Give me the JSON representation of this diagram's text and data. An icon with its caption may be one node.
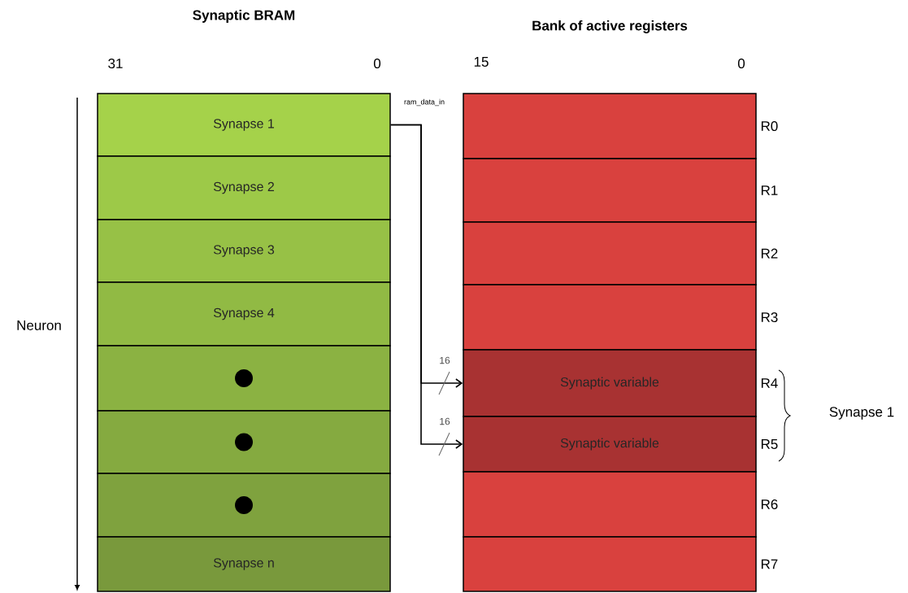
{
  "diagram": {
    "nodes": [
      {
        "text": [
          "Synapse 1"
        ]
      },
      {
        "text": [
          "Synapse 2"
        ]
      },
      {
        "text": [
          "Synapse 3"
        ]
      },
      {
        "text": [
          "Synapse 4"
        ]
      },
      {
        "text": [],
        "shape": "box"
      },
      {
        "text": [],
        "shape": "box"
      },
      {
        "text": [],
        "shape": "box"
      },
      {
        "text": [
          "Synapse n"
        ]
      },
      {
        "text": [],
        "shape": "box",
        "beside": [
          "R0"
        ]
      },
      {
        "text": [],
        "shape": "box",
        "beside": [
          "R1"
        ]
      },
      {
        "text": [],
        "shape": "box",
        "beside": [
          "R2"
        ]
      },
      {
        "text": [],
        "shape": "box",
        "beside": [
          "R3"
        ]
      },
      {
        "text": [
          "Synaptic variable"
        ],
        "beside": [
          "R4"
        ]
      },
      {
        "text": [
          "Synaptic variable"
        ],
        "beside": [
          "R5"
        ]
      },
      {
        "text": [],
        "shape": "box",
        "beside": [
          "R6"
        ]
      },
      {
        "text": [],
        "shape": "box",
        "beside": [
          "R7"
        ]
      }
    ],
    "edges": [
      {
        "from": 0,
        "to": 12,
        "arrow": "to",
        "label": "16"
      },
      {
        "from": 0,
        "to": 13,
        "arrow": "to",
        "label": "16"
      }
    ],
    "labels": [
      "Synaptic BRAM",
      "Bank of active registers",
      "31",
      "0",
      "15",
      "0",
      "ram_data_in",
      "Neuron",
      "Synapse 1"
    ]
  }
}
